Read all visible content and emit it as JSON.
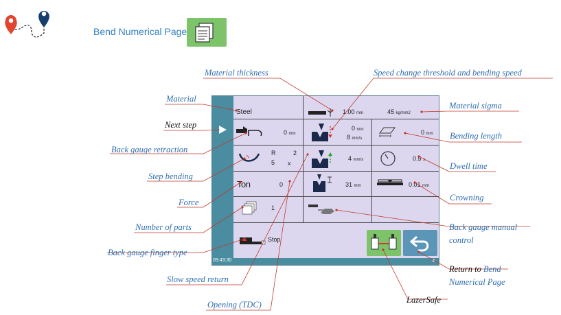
{
  "header": {
    "title": "Bend Numerical Page"
  },
  "screen": {
    "material": "Steel",
    "thickness_value": "1.00",
    "thickness_unit": "mm",
    "sigma_value": "45",
    "sigma_unit": "kg/mm2",
    "retraction_value": "0",
    "retraction_unit": "mm",
    "speed_change_value": "0",
    "speed_change_unit": "mm",
    "bending_speed_value": "8",
    "bending_speed_unit": "mm/s",
    "bending_length_value": "0",
    "bending_length_unit": "mm",
    "step_r_label": "R",
    "step_r_value": "2",
    "step_x_value": "5",
    "step_x_label": "x",
    "slow_return_value": "4",
    "slow_return_unit": "mm/s",
    "dwell_value": "0.5",
    "dwell_unit": "s",
    "force_label": "Ton",
    "force_value": "0",
    "opening_value": "31",
    "opening_unit": "mm",
    "crowning_value": "0.01",
    "crowning_unit": "mm",
    "parts_value": "1",
    "finger_value": "Stop",
    "time": "09:43:30"
  },
  "annotations": {
    "material_thickness": "Material thickness",
    "speed_change": "Speed change threshold and bending speed",
    "material": "Material",
    "material_sigma": "Material sigma",
    "next_step": "Next step",
    "bending_length": "Bending length",
    "back_gauge_retraction": "Back gauge retraction",
    "dwell_time": "Dwell time",
    "step_bending": "Step bending",
    "crowning": "Crowning",
    "force": "Force",
    "number_of_parts": "Number of parts",
    "back_gauge_manual_1": "Back gauge manual",
    "back_gauge_manual_2": "control",
    "back_gauge_finger": "Back gauge finger type",
    "return_to_1a": "Return to ",
    "return_to_1b": "Bend",
    "return_to_2": "Numerical Page",
    "slow_speed_return": "Slow speed return",
    "lazersafe": "LazerSafe",
    "opening": "Opening (TDC)"
  },
  "colors": {
    "accent_blue": "#2f6fb0",
    "leader_red": "#c0392b",
    "screen_bg": "#dcd7ef",
    "side_bar": "#4a8ca0",
    "lazersafe_green": "#7cc36a",
    "return_button": "#5b95b8"
  }
}
